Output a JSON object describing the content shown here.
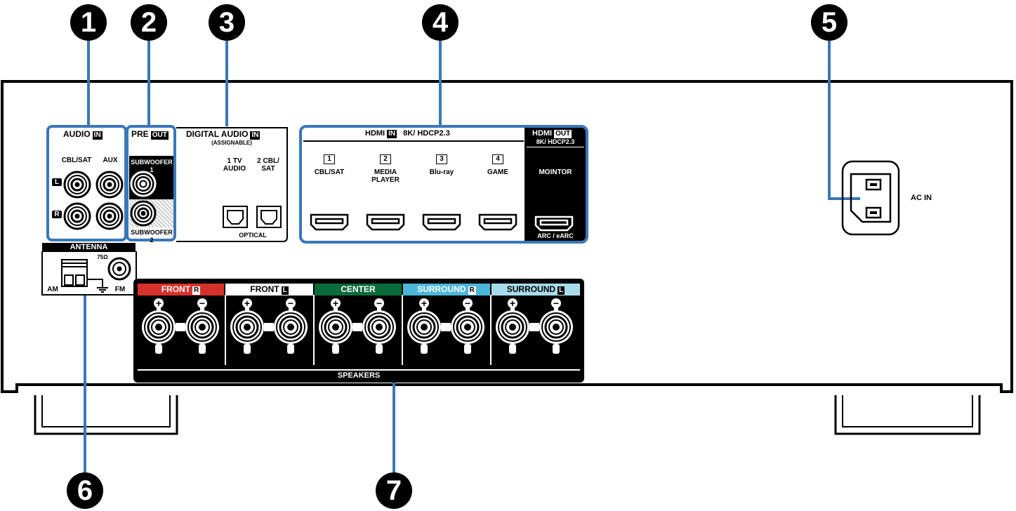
{
  "callouts": [
    "1",
    "2",
    "3",
    "4",
    "5",
    "6",
    "7"
  ],
  "audio_in": {
    "title": "AUDIO",
    "tag": "IN",
    "col_cbl": "CBL/SAT",
    "col_aux": "AUX",
    "row_l": "L",
    "row_r": "R"
  },
  "pre_out": {
    "title": "PRE",
    "tag": "OUT",
    "sub1": "SUBWOOFER 1",
    "sub2": "SUBWOOFER 2"
  },
  "digital_audio": {
    "title": "DIGITAL AUDIO",
    "tag": "IN",
    "subtitle": "(ASSIGNABLE)",
    "input1": "1  TV\nAUDIO",
    "input2": "2 CBL/\nSAT",
    "label": "OPTICAL"
  },
  "hdmi_in": {
    "title": "HDMI",
    "tag": "IN",
    "spec": "8K/ HDCP2.3",
    "inputs": [
      {
        "num": "1",
        "name": "CBL/SAT"
      },
      {
        "num": "2",
        "name": "MEDIA\nPLAYER"
      },
      {
        "num": "3",
        "name": "Blu-ray"
      },
      {
        "num": "4",
        "name": "GAME"
      }
    ]
  },
  "hdmi_out": {
    "title": "HDMI",
    "tag": "OUT",
    "spec": "8K/ HDCP2.3",
    "monitor": "MOINTOR",
    "arc": "ARC / eARC"
  },
  "ac_in": {
    "label": "AC IN"
  },
  "antenna": {
    "title": "ANTENNA",
    "am": "AM",
    "fm": "FM",
    "ohm": "75Ω"
  },
  "speakers": {
    "title": "SPEAKERS",
    "plus": "+",
    "minus": "−",
    "channels": [
      {
        "name": "FRONT",
        "tag": "R",
        "color": "#d6322b",
        "text": "#ffffff"
      },
      {
        "name": "FRONT",
        "tag": "L",
        "color": "#ffffff",
        "text": "#000000"
      },
      {
        "name": "CENTER",
        "tag": "",
        "color": "#0a6b3b",
        "text": "#ffffff"
      },
      {
        "name": "SURROUND",
        "tag": "R",
        "color": "#4bb6da",
        "text": "#ffffff"
      },
      {
        "name": "SURROUND",
        "tag": "L",
        "color": "#a8daec",
        "text": "#000000"
      }
    ]
  },
  "colors": {
    "callout_line": "#3a77b8",
    "chassis": "#000000"
  }
}
